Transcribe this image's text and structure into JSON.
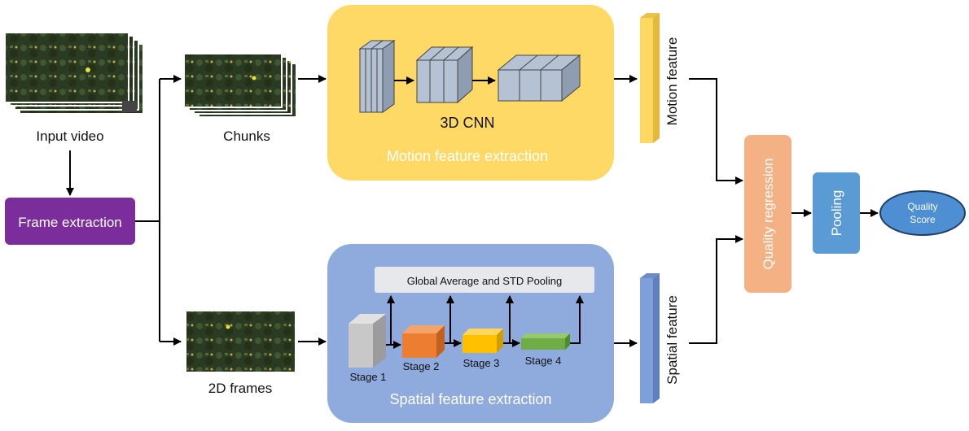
{
  "labels": {
    "input_video": "Input video",
    "chunks": "Chunks",
    "frames_2d": "2D frames",
    "frame_extraction": "Frame extraction",
    "cnn_3d": "3D CNN",
    "motion_extraction": "Motion feature extraction",
    "motion_feature": "Motion feature",
    "spatial_feature": "Spatial feature",
    "global_pooling": "Global Average and STD Pooling",
    "stage1": "Stage 1",
    "stage2": "Stage 2",
    "stage3": "Stage 3",
    "stage4": "Stage 4",
    "spatial_extraction": "Spatial feature extraction",
    "quality_regression": "Quality regression",
    "pooling": "Pooling",
    "quality_score_line1": "Quality",
    "quality_score_line2": "Score"
  },
  "colors": {
    "frame_extraction": "#7b2d9c",
    "motion_panel": "#ffd966",
    "motion_bar": "#ffd85f",
    "spatial_panel": "#8faadc",
    "spatial_bar": "#7f9fdb",
    "quality_regression": "#f4b183",
    "pooling": "#5b9bd5",
    "quality_score": "#4e8fd4",
    "cnn_block": "#b4c2d4",
    "stage1": "#c8c8c8",
    "stage2": "#ed7d31",
    "stage3": "#ffc000",
    "stage4": "#70ad47",
    "global_pool_box": "#e6e8ec"
  }
}
